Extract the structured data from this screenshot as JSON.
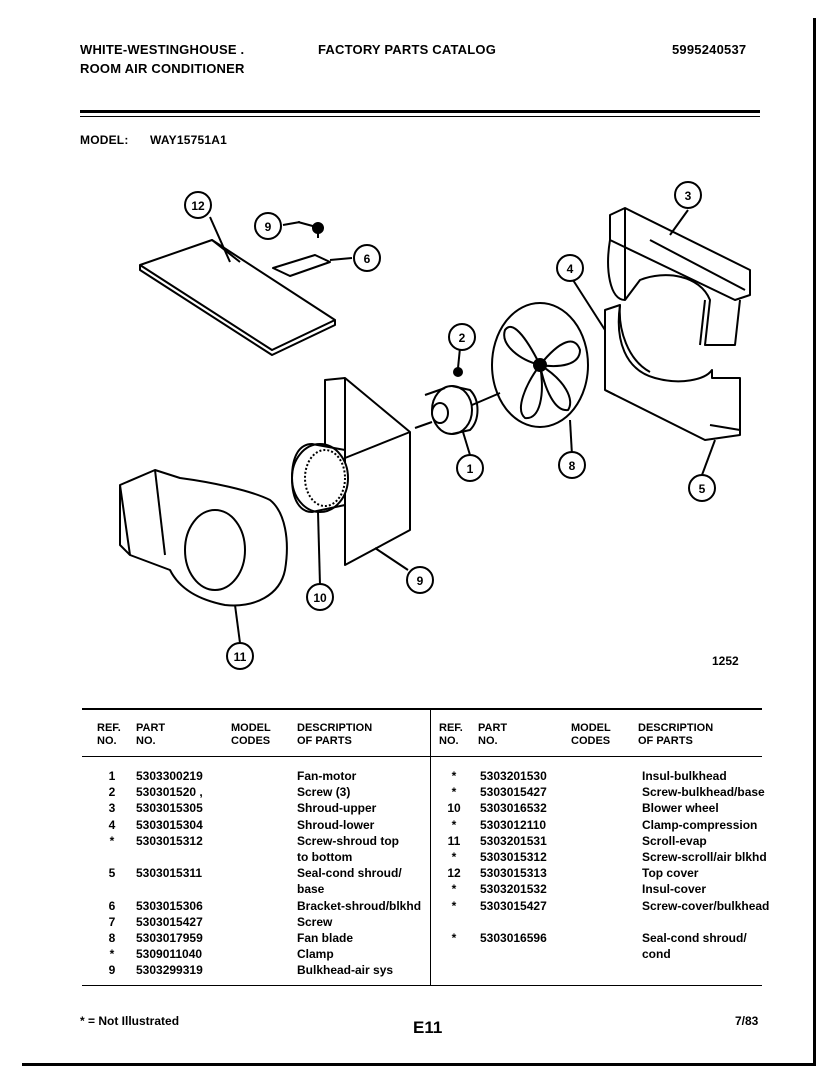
{
  "header": {
    "brand_line1": "WHITE-WESTINGHOUSE .",
    "brand_line2": "ROOM AIR CONDITIONER",
    "catalog_title": "FACTORY PARTS CATALOG",
    "catalog_number": "5995240537",
    "model_label": "MODEL:",
    "model_value": "WAY15751A1"
  },
  "diagram": {
    "callouts": [
      "12",
      "9",
      "6",
      "3",
      "4",
      "2",
      "1",
      "8",
      "5",
      "10",
      "9",
      "11"
    ],
    "drawing_number": "1252"
  },
  "table": {
    "headers": {
      "ref": "REF. NO.",
      "part": "PART NO.",
      "codes": "MODEL CODES",
      "desc": "DESCRIPTION OF PARTS"
    },
    "left_rows": [
      {
        "ref": "1",
        "part": "5303300219",
        "desc": "Fan-motor"
      },
      {
        "ref": "2",
        "part": "530301520 ,",
        "desc": "Screw (3)"
      },
      {
        "ref": "3",
        "part": "5303015305",
        "desc": "Shroud-upper"
      },
      {
        "ref": "4",
        "part": "5303015304",
        "desc": "Shroud-lower"
      },
      {
        "ref": "*",
        "part": "5303015312",
        "desc": "Screw-shroud top"
      },
      {
        "ref": "",
        "part": "",
        "desc": "to bottom"
      },
      {
        "ref": "5",
        "part": "5303015311",
        "desc": "Seal-cond shroud/"
      },
      {
        "ref": "",
        "part": "",
        "desc": "base"
      },
      {
        "ref": "6",
        "part": "5303015306",
        "desc": "Bracket-shroud/blkhd"
      },
      {
        "ref": "7",
        "part": "5303015427",
        "desc": "Screw"
      },
      {
        "ref": "8",
        "part": "5303017959",
        "desc": "Fan blade"
      },
      {
        "ref": "*",
        "part": "5309011040",
        "desc": "Clamp"
      },
      {
        "ref": "9",
        "part": "5303299319",
        "desc": "Bulkhead-air sys"
      }
    ],
    "right_rows": [
      {
        "ref": "*",
        "part": "5303201530",
        "desc": "Insul-bulkhead"
      },
      {
        "ref": "*",
        "part": "5303015427",
        "desc": "Screw-bulkhead/base"
      },
      {
        "ref": "10",
        "part": "5303016532",
        "desc": "Blower wheel"
      },
      {
        "ref": "*",
        "part": "5303012110",
        "desc": "Clamp-compression"
      },
      {
        "ref": "11",
        "part": "5303201531",
        "desc": "Scroll-evap"
      },
      {
        "ref": "*",
        "part": "5303015312",
        "desc": "Screw-scroll/air blkhd"
      },
      {
        "ref": "12",
        "part": "5303015313",
        "desc": "Top cover"
      },
      {
        "ref": "*",
        "part": "5303201532",
        "desc": "Insul-cover"
      },
      {
        "ref": "*",
        "part": "5303015427",
        "desc": "Screw-cover/bulkhead"
      },
      {
        "ref": "",
        "part": "",
        "desc": ""
      },
      {
        "ref": "*",
        "part": "5303016596",
        "desc": "Seal-cond shroud/"
      },
      {
        "ref": "",
        "part": "",
        "desc": "cond"
      }
    ]
  },
  "footer": {
    "note": "* = Not Illustrated",
    "page": "E11",
    "date": "7/83"
  }
}
